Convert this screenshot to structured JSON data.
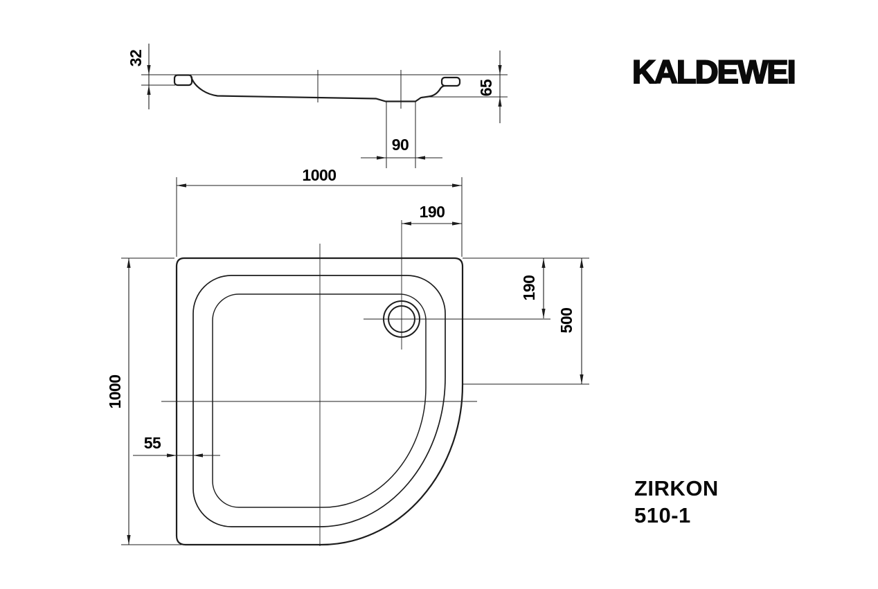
{
  "brand": {
    "logo_text": "KALDEWEI"
  },
  "product": {
    "series": "ZIRKON",
    "model": "510-1"
  },
  "drawing": {
    "type": "technical-dimension-drawing",
    "views": {
      "side_profile": {
        "dims": {
          "rim_height_mm": "32",
          "overall_depth_mm": "65",
          "drain_sump_width_mm": "90"
        }
      },
      "plan": {
        "dims": {
          "width_mm": "1000",
          "length_mm": "1000",
          "drain_offset_from_right_mm": "190",
          "drain_offset_from_top_mm": "190",
          "corner_radius_mm": "500",
          "rim_width_mm": "55"
        }
      }
    }
  },
  "colors": {
    "background": "#ffffff",
    "line": "#1d1d1d",
    "text": "#000000"
  }
}
